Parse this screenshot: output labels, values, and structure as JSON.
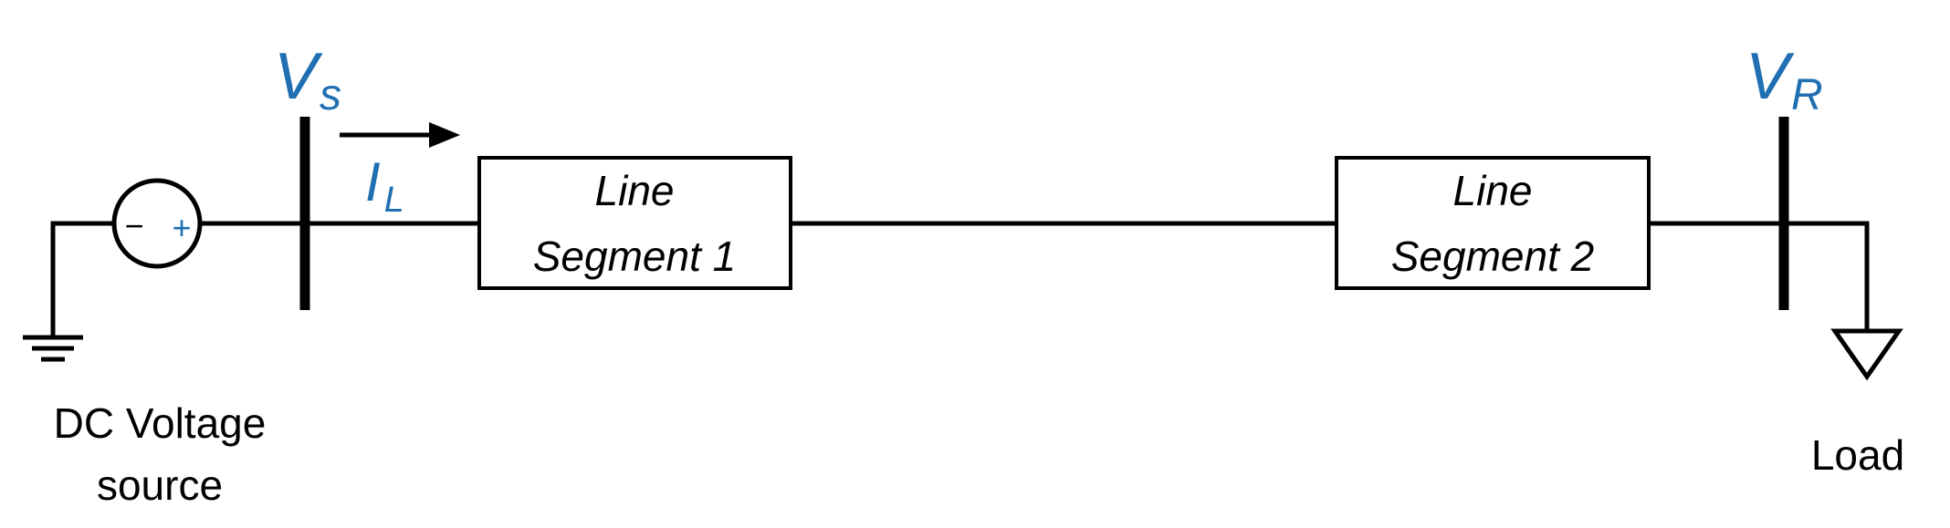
{
  "source": {
    "label_line1": "DC Voltage",
    "label_line2": "source",
    "minus": "−",
    "plus": "+"
  },
  "sending_bus": {
    "symbol": "V",
    "subscript": "s"
  },
  "receiving_bus": {
    "symbol": "V",
    "subscript": "R"
  },
  "current": {
    "symbol": "I",
    "subscript": "L"
  },
  "segments": [
    {
      "line1": "Line",
      "line2": "Segment 1"
    },
    {
      "line1": "Line",
      "line2": "Segment 2"
    }
  ],
  "load": {
    "label": "Load"
  },
  "colors": {
    "accent": "#1f6fb2",
    "line": "#000000"
  },
  "icons": {
    "ground": "ground-icon",
    "source": "dc-voltage-source-icon",
    "load": "load-triangle-icon",
    "arrow": "current-arrow-icon"
  }
}
